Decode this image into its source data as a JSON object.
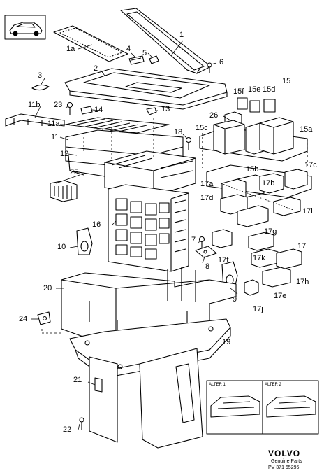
{
  "callouts": [
    {
      "id": "c1",
      "text": "1"
    },
    {
      "id": "c1a",
      "text": "1a"
    },
    {
      "id": "c2",
      "text": "2"
    },
    {
      "id": "c3",
      "text": "3"
    },
    {
      "id": "c4",
      "text": "4"
    },
    {
      "id": "c5",
      "text": "5"
    },
    {
      "id": "c6",
      "text": "6"
    },
    {
      "id": "c7",
      "text": "7"
    },
    {
      "id": "c8",
      "text": "8"
    },
    {
      "id": "c9",
      "text": "9"
    },
    {
      "id": "c10",
      "text": "10"
    },
    {
      "id": "c11",
      "text": "11"
    },
    {
      "id": "c11a",
      "text": "11a"
    },
    {
      "id": "c11b",
      "text": "11b"
    },
    {
      "id": "c12",
      "text": "12"
    },
    {
      "id": "c13",
      "text": "13"
    },
    {
      "id": "c14",
      "text": "14"
    },
    {
      "id": "c15",
      "text": "15"
    },
    {
      "id": "c15a",
      "text": "15a"
    },
    {
      "id": "c15b",
      "text": "15b"
    },
    {
      "id": "c15c",
      "text": "15c"
    },
    {
      "id": "c15d",
      "text": "15d"
    },
    {
      "id": "c15e",
      "text": "15e"
    },
    {
      "id": "c15f",
      "text": "15f"
    },
    {
      "id": "c16",
      "text": "16"
    },
    {
      "id": "c17",
      "text": "17"
    },
    {
      "id": "c17a",
      "text": "17a"
    },
    {
      "id": "c17b",
      "text": "17b"
    },
    {
      "id": "c17c",
      "text": "17c"
    },
    {
      "id": "c17d",
      "text": "17d"
    },
    {
      "id": "c17e",
      "text": "17e"
    },
    {
      "id": "c17f",
      "text": "17f"
    },
    {
      "id": "c17g",
      "text": "17g"
    },
    {
      "id": "c17h",
      "text": "17h"
    },
    {
      "id": "c17i",
      "text": "17i"
    },
    {
      "id": "c17j",
      "text": "17j"
    },
    {
      "id": "c17k",
      "text": "17k"
    },
    {
      "id": "c18",
      "text": "18"
    },
    {
      "id": "c19",
      "text": "19"
    },
    {
      "id": "c20",
      "text": "20"
    },
    {
      "id": "c21",
      "text": "21"
    },
    {
      "id": "c22",
      "text": "22"
    },
    {
      "id": "c23",
      "text": "23"
    },
    {
      "id": "c24",
      "text": "24"
    },
    {
      "id": "c25",
      "text": "25"
    },
    {
      "id": "c26",
      "text": "26"
    }
  ],
  "inset": {
    "alter1": "ALTER 1",
    "alter2": "ALTER 2"
  },
  "footer": {
    "brand": "VOLVO",
    "tagline": "Genuine Parts",
    "code": "PV 371 65295"
  }
}
